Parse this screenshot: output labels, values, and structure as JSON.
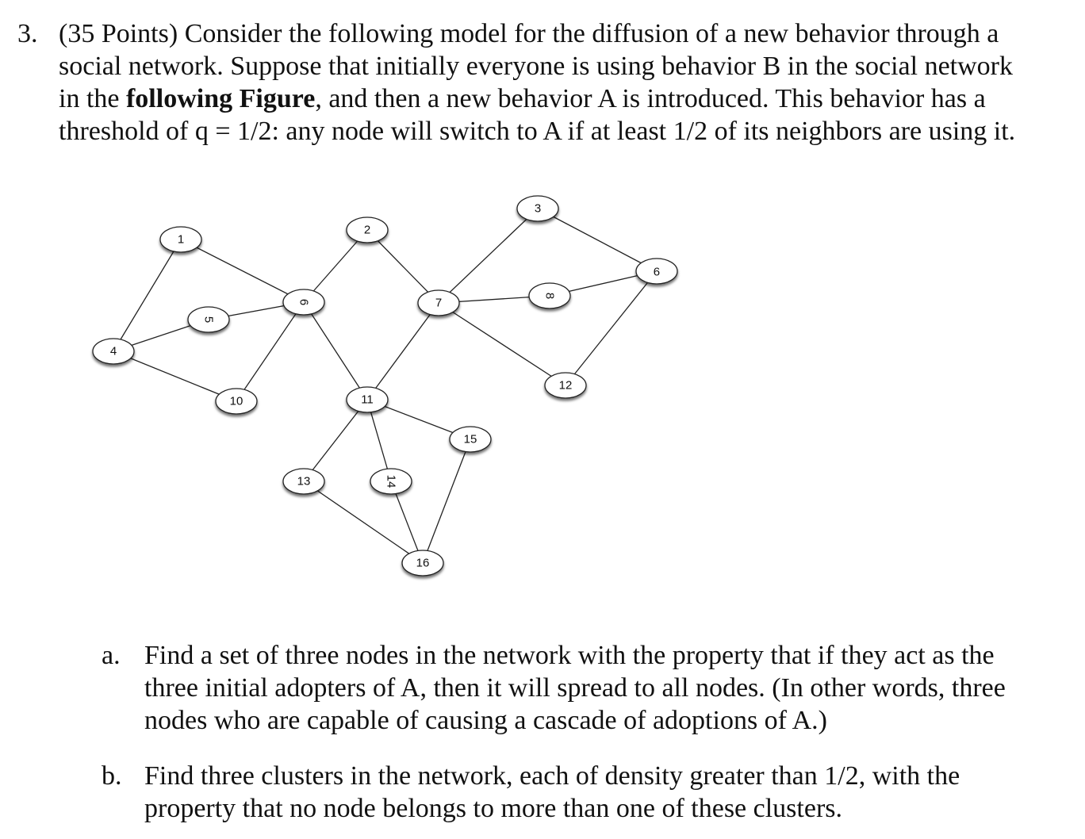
{
  "question": {
    "number": "3.",
    "points": "(35 Points)",
    "line1_rest": " Consider the following model for the diffusion of a new behavior through a",
    "line2": "social network. Suppose that initially everyone is using behavior B in the social network",
    "line3_pre": "in the ",
    "line3_bold": "following Figure",
    "line3_post": ", and then a new behavior A is introduced. This behavior has a",
    "line4": "threshold of q = 1/2: any node will switch to A if at least 1/2 of its neighbors are using it."
  },
  "graph": {
    "nodes": [
      "1",
      "2",
      "3",
      "4",
      "5",
      "6",
      "7",
      "8",
      "9",
      "10",
      "11",
      "12",
      "13",
      "14",
      "15",
      "16"
    ],
    "edges": [
      [
        "1",
        "4"
      ],
      [
        "1",
        "6"
      ],
      [
        "4",
        "5"
      ],
      [
        "5",
        "6"
      ],
      [
        "4",
        "10"
      ],
      [
        "10",
        "6"
      ],
      [
        "6",
        "2"
      ],
      [
        "6",
        "11"
      ],
      [
        "2",
        "7"
      ],
      [
        "7",
        "3"
      ],
      [
        "7",
        "8"
      ],
      [
        "7",
        "12"
      ],
      [
        "7",
        "11"
      ],
      [
        "3",
        "9"
      ],
      [
        "8",
        "9"
      ],
      [
        "9",
        "12"
      ],
      [
        "11",
        "13"
      ],
      [
        "11",
        "14"
      ],
      [
        "11",
        "15"
      ],
      [
        "13",
        "16"
      ],
      [
        "14",
        "16"
      ],
      [
        "15",
        "16"
      ]
    ]
  },
  "parts": {
    "a": {
      "letter": "a.",
      "line1": "Find a set of three nodes in the network with the property that if they act as the",
      "line2": "three initial adopters of A, then it will spread to all nodes. (In other words, three",
      "line3": "nodes who are capable of causing a cascade of adoptions of A.)"
    },
    "b": {
      "letter": "b.",
      "line1": "Find three clusters in the network, each of density greater than 1/2, with the",
      "line2": "property that no node belongs to more than one of these clusters."
    }
  }
}
